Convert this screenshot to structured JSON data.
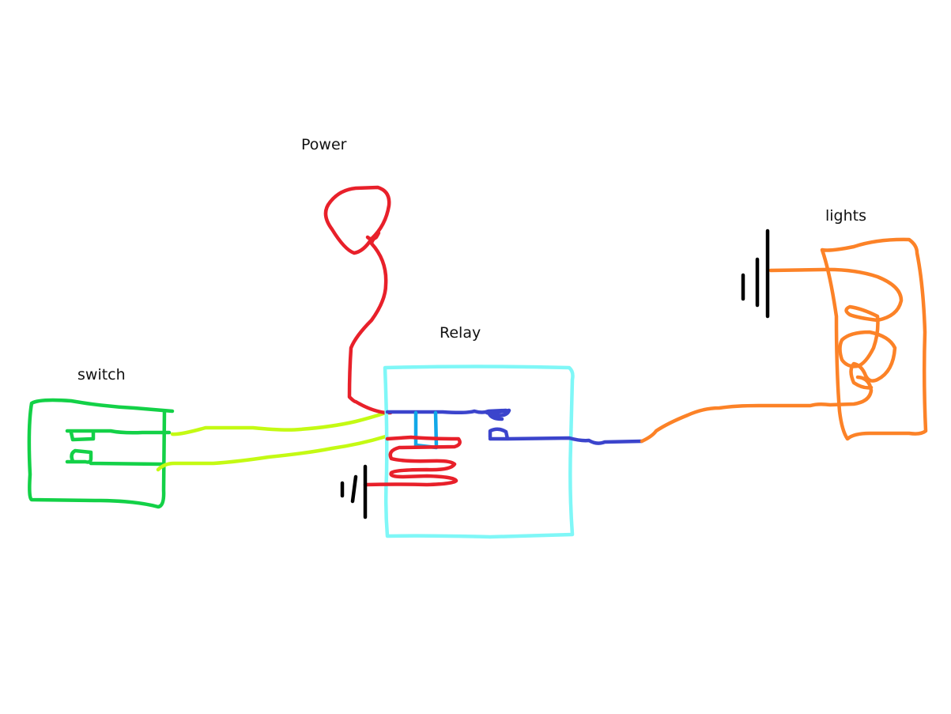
{
  "labels": {
    "power": "Power",
    "relay": "Relay",
    "switch": "switch",
    "lights": "lights"
  },
  "colors": {
    "switch": "#13d147",
    "switch_wires": "#c4fa13",
    "power_wire": "#e8202a",
    "relay_box": "#7ff7f7",
    "relay_coil": "#e8202a",
    "relay_armature": "#12a8e8",
    "relay_contacts": "#3b44cc",
    "ground": "#000000",
    "lights": "#fc8227"
  },
  "components": [
    "switch",
    "relay",
    "power",
    "ground",
    "lights"
  ]
}
